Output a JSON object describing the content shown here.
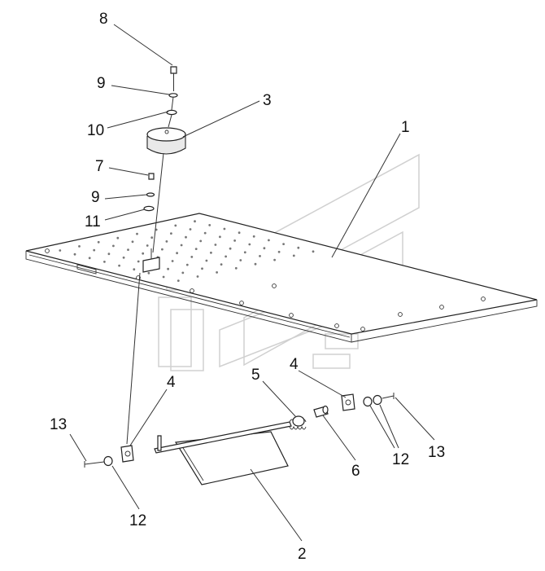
{
  "callouts": {
    "n1": "1",
    "n2": "2",
    "n3": "3",
    "n4a": "4",
    "n4b": "4",
    "n5": "5",
    "n6": "6",
    "n7": "7",
    "n8": "8",
    "n9a": "9",
    "n9b": "9",
    "n10": "10",
    "n11": "11",
    "n12a": "12",
    "n12b": "12",
    "n13a": "13",
    "n13b": "13"
  },
  "colors": {
    "line": "#333333",
    "background": "#ffffff",
    "watermark": "#d0d0d0"
  }
}
